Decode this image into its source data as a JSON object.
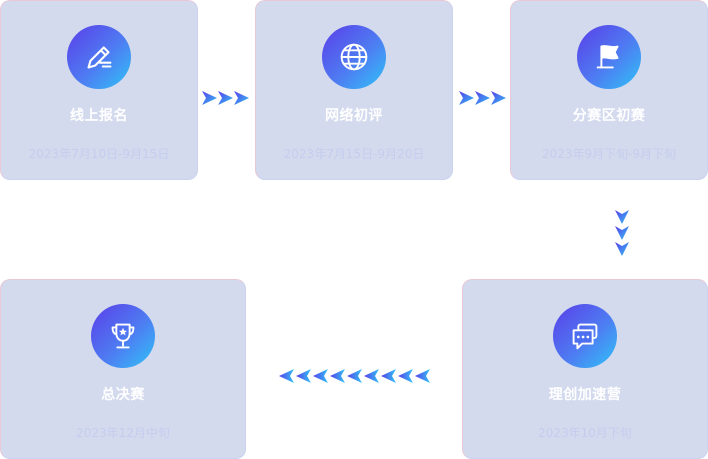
{
  "stages": [
    {
      "title": "线上报名",
      "date": "2023年7月10日-9月15日",
      "icon": "pencil-icon"
    },
    {
      "title": "网络初评",
      "date": "2023年7月15日-9月20日",
      "icon": "globe-icon"
    },
    {
      "title": "分赛区初赛",
      "date": "2023年9月下旬-9月下旬",
      "icon": "flag-icon"
    },
    {
      "title": "理创加速营",
      "date": "2023年10月下旬",
      "icon": "chat-icon"
    },
    {
      "title": "总决赛",
      "date": "2023年12月中旬",
      "icon": "trophy-icon"
    }
  ],
  "colors": {
    "card_bg": "#d3daee",
    "icon_gradient_start": "#5a3ee8",
    "icon_gradient_end": "#2fc3f7",
    "arrow_start": "#5a3ee8",
    "arrow_end": "#2fc3f7"
  }
}
